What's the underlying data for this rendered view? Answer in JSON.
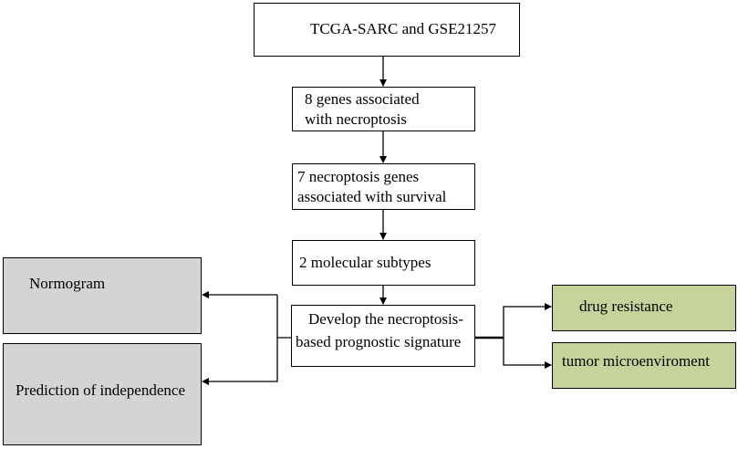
{
  "nodes": {
    "source": {
      "line1": "TCGA-SARC and GSE21257"
    },
    "genes8": {
      "line1": "8 genes associated",
      "line2": "with necroptosis"
    },
    "genes7": {
      "line1": "7 necroptosis genes",
      "line2": "associated  with survival"
    },
    "subtypes": {
      "line1": "2 molecular subtypes"
    },
    "signature": {
      "line1": "Develop the necroptosis-",
      "line2": "based prognostic signature"
    },
    "nomogram": {
      "line1": "Normogram"
    },
    "independence": {
      "line1": "Prediction of independence"
    },
    "drug": {
      "line1": "drug resistance"
    },
    "tme": {
      "line1": "tumor microenviroment"
    }
  },
  "colors": {
    "left_boxes": "#d4d4d4",
    "right_boxes": "#c4d49b",
    "stroke": "#000000"
  }
}
